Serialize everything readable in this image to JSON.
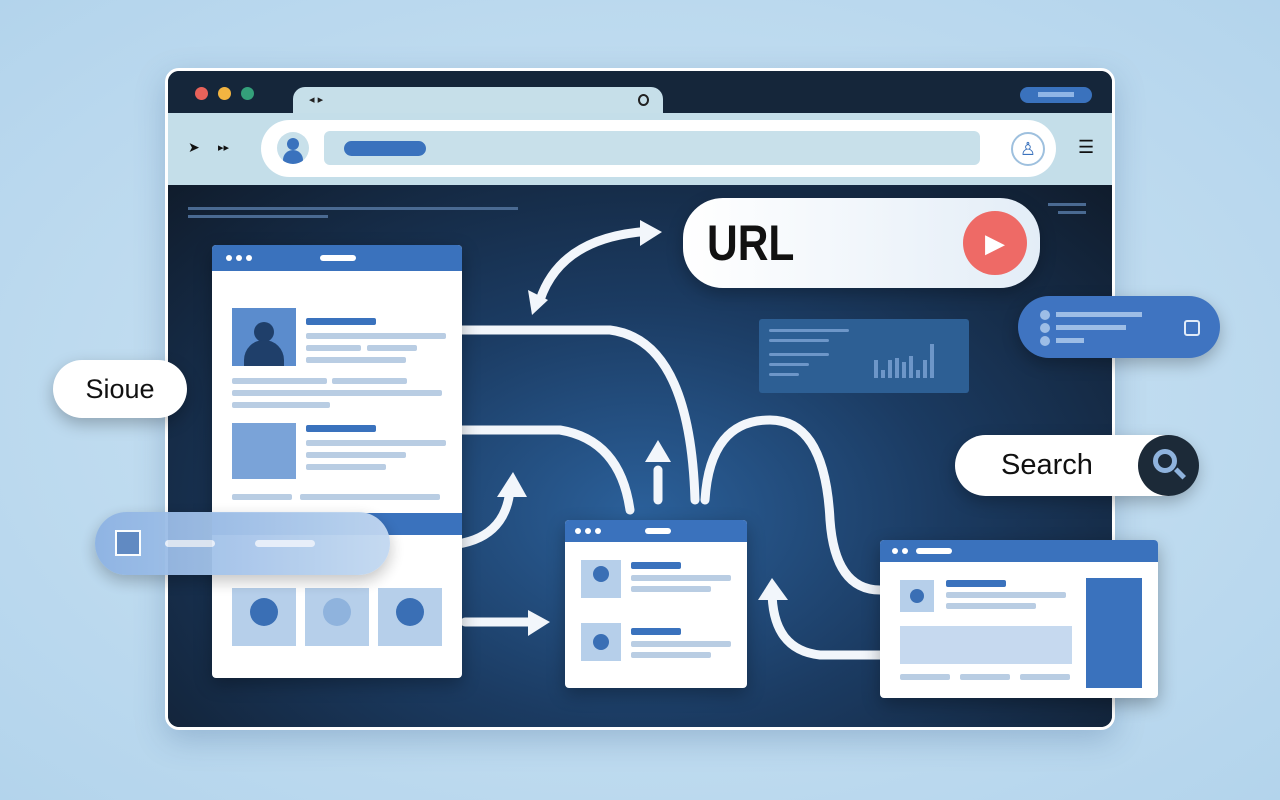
{
  "browser": {
    "window_controls": [
      {
        "name": "close",
        "color": "#e8625a"
      },
      {
        "name": "minimize",
        "color": "#f2b441"
      },
      {
        "name": "maximize",
        "color": "#34a07a"
      }
    ],
    "tab_icons": [
      "back-forward-icon",
      "reload-icon"
    ],
    "nav_icons": [
      "back-icon",
      "forward-icon"
    ],
    "menu_icon": "hamburger-icon",
    "profile_icon": "user-icon"
  },
  "labels": {
    "url": "URL",
    "search": "Search",
    "side_pill": "Sioue"
  },
  "colors": {
    "accent": "#3a72bd",
    "play_button": "#ee6a66",
    "search_button": "#1c2a38",
    "dark_bg": "#15263a"
  }
}
